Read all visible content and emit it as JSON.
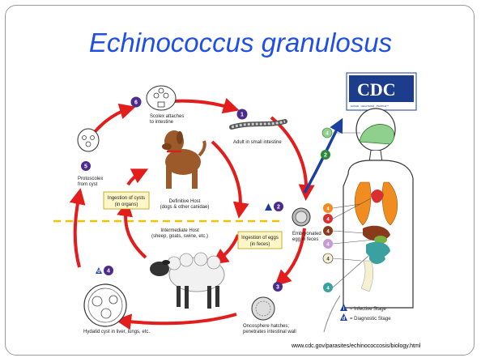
{
  "title": "Echinococcus granulosus",
  "source_url": "www.cdc.gov/parasites/echinococcosis/biology.html",
  "logo": {
    "text": "CDC",
    "tagline": "SAFER · HEALTHIER · PEOPLE™"
  },
  "steps": {
    "s1": {
      "num": "1",
      "label": "Adult in small intestine"
    },
    "s2": {
      "num": "2",
      "label_1": "Embryonated",
      "label_2": "egg in feces"
    },
    "s3": {
      "num": "3",
      "label_1": "Oncosphere hatches;",
      "label_2": "penetrates intestinal wall"
    },
    "s4": {
      "num": "4",
      "label": "Hydatid cyst in liver, lungs, etc."
    },
    "s5": {
      "num": "5",
      "label_1": "Protoscolex",
      "label_2": "from cyst"
    },
    "s6": {
      "num": "6",
      "label_1": "Scolex attaches",
      "label_2": "to intestine"
    }
  },
  "hosts": {
    "definitive": {
      "title": "Definitive Host",
      "subtitle": "(dogs & other canidae)"
    },
    "intermediate": {
      "title": "Intermediate Host",
      "subtitle": "(sheep, goats, swine, etc.)"
    }
  },
  "boxes": {
    "cysts": {
      "line1": "Ingestion of cysts",
      "line2": "(in organs)"
    },
    "eggs": {
      "line1": "Ingestion of eggs",
      "line2": "(in feces)"
    }
  },
  "human_markers": [
    "4",
    "4",
    "4",
    "4",
    "4",
    "4",
    "4"
  ],
  "legend": {
    "infective": "= Infective Stage",
    "diagnostic": "= Diagnostic Stage",
    "infective_symbol": "i",
    "diagnostic_symbol": "d"
  },
  "colors": {
    "cycle_arrow": "#e31c1c",
    "human_arrow": "#1a3fa0",
    "step_badge": "#4b2c8c",
    "green_badge": "#2a8a3a",
    "title": "#1f4fe6",
    "dashed_line": "#f2c200",
    "box_fill": "#fff6c8",
    "box_border": "#b8a000"
  }
}
